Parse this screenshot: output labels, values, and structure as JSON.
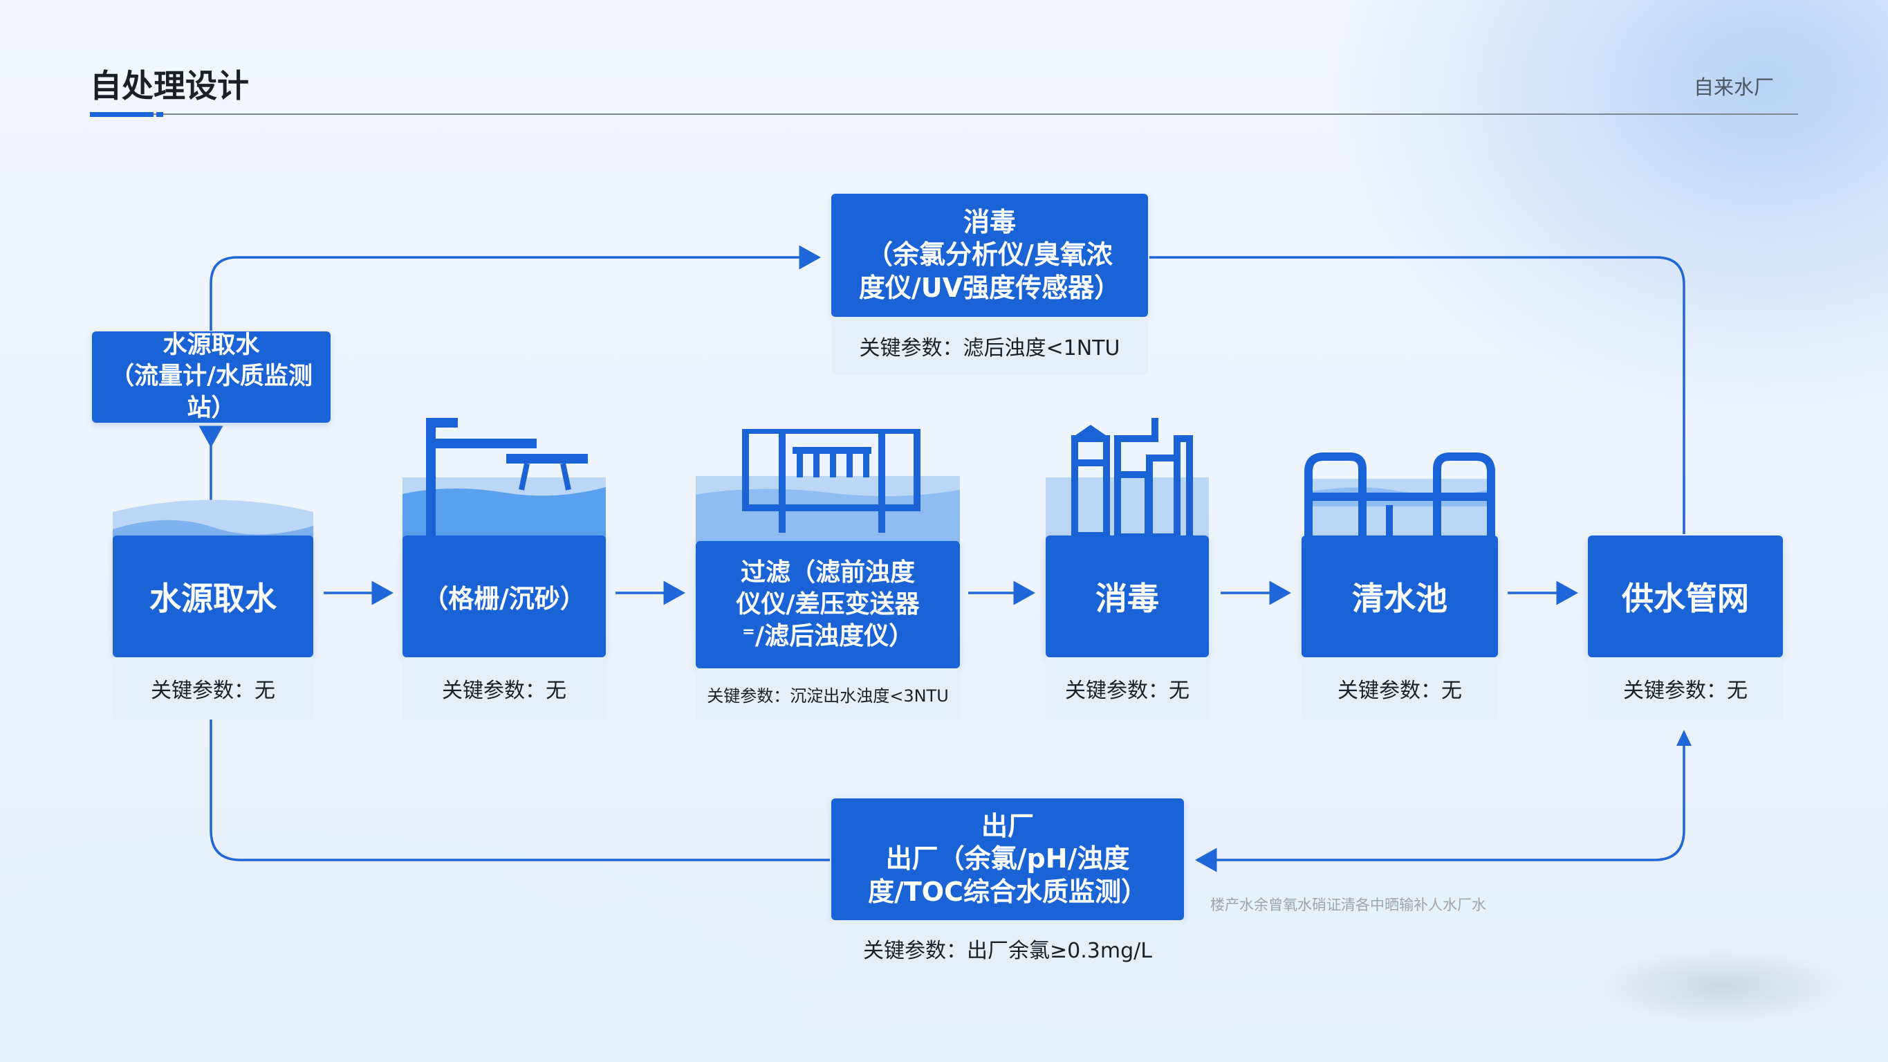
{
  "header": {
    "title": "自处理设计",
    "brand": "自来水厂"
  },
  "colors": {
    "primary": "#1a63d6",
    "param_bg": "#e6eff9",
    "water_light": "#bcd6f6",
    "water_mid": "#5aa0ee",
    "arrow": "#1f66d8"
  },
  "nodes": {
    "source_top": {
      "title": "水源取水\n（流量计/水质监测站）"
    },
    "source": {
      "title": "水源取水",
      "param": "关键参数：无"
    },
    "screen": {
      "title": "（格栅/沉砂）",
      "param": "关键参数：无"
    },
    "filter": {
      "title": "过滤（滤前浊度\n仪仪/差压变送器\n⁼/滤后浊度仪）",
      "param": "关键参数：沉淀出水浊度<3NTU"
    },
    "disinfect": {
      "title": "消毒",
      "param": "关键参数：无"
    },
    "clear_pool": {
      "title": "清水池",
      "param": "关键参数：无"
    },
    "supply": {
      "title": "供水管网",
      "param": "关键参数：无"
    },
    "disinfect_top": {
      "title": "消毒\n（余氯分析仪/臭氧浓\n度仪/UV强度传感器）",
      "param": "关键参数：滤后浊度<1NTU"
    },
    "outlet": {
      "title": "出厂\n出厂（余氯/pH/浊度\n度/TOC综合水质监测）",
      "param": "关键参数：出厂余氯≥0.3mg/L"
    }
  },
  "note": "楼产水余曾氧水硝证清各中晒输补人水厂水",
  "icons": {
    "source": "water-wave-icon",
    "screen": "faucet-pipe-icon",
    "filter": "filter-grate-icon",
    "disinfect": "disinfection-tower-icon",
    "clear_pool": "clear-tank-icon"
  }
}
